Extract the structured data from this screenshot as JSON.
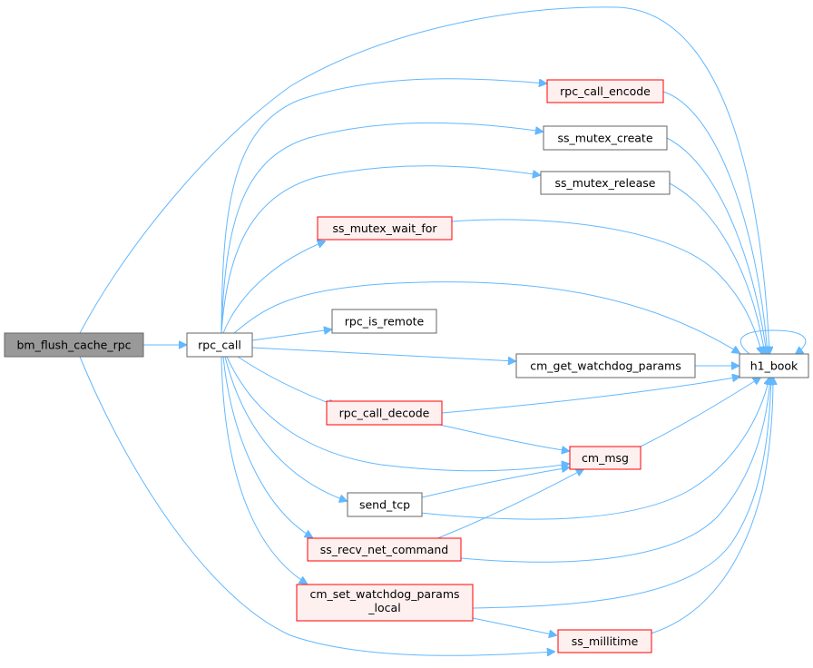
{
  "diagram": {
    "type": "call-graph",
    "colors": {
      "edge": "#63b8ff",
      "root_fill": "#999999",
      "root_stroke": "#666666",
      "normal_fill": "#ffffff",
      "normal_stroke": "#666666",
      "red_fill": "#fff0f0",
      "red_stroke": "#ff0000"
    },
    "nodes": {
      "bm_flush_cache_rpc": {
        "label": "bm_flush_cache_rpc",
        "style": "root"
      },
      "rpc_call": {
        "label": "rpc_call",
        "style": "normal"
      },
      "rpc_call_encode": {
        "label": "rpc_call_encode",
        "style": "red"
      },
      "ss_mutex_create": {
        "label": "ss_mutex_create",
        "style": "normal"
      },
      "ss_mutex_release": {
        "label": "ss_mutex_release",
        "style": "normal"
      },
      "ss_mutex_wait_for": {
        "label": "ss_mutex_wait_for",
        "style": "red"
      },
      "rpc_is_remote": {
        "label": "rpc_is_remote",
        "style": "normal"
      },
      "cm_get_watchdog_params": {
        "label": "cm_get_watchdog_params",
        "style": "normal"
      },
      "h1_book": {
        "label": "h1_book",
        "style": "normal"
      },
      "rpc_call_decode": {
        "label": "rpc_call_decode",
        "style": "red"
      },
      "cm_msg": {
        "label": "cm_msg",
        "style": "red"
      },
      "send_tcp": {
        "label": "send_tcp",
        "style": "normal"
      },
      "ss_recv_net_command": {
        "label": "ss_recv_net_command",
        "style": "red"
      },
      "cm_set_watchdog_params_local": {
        "label_lines": [
          "cm_set_watchdog_params",
          "_local"
        ],
        "style": "red"
      },
      "ss_millitime": {
        "label": "ss_millitime",
        "style": "red"
      }
    },
    "edges": [
      [
        "bm_flush_cache_rpc",
        "rpc_call"
      ],
      [
        "bm_flush_cache_rpc",
        "h1_book"
      ],
      [
        "bm_flush_cache_rpc",
        "ss_millitime"
      ],
      [
        "rpc_call",
        "rpc_call_encode"
      ],
      [
        "rpc_call",
        "ss_mutex_create"
      ],
      [
        "rpc_call",
        "ss_mutex_release"
      ],
      [
        "rpc_call",
        "ss_mutex_wait_for"
      ],
      [
        "rpc_call",
        "h1_book"
      ],
      [
        "rpc_call",
        "rpc_is_remote"
      ],
      [
        "rpc_call",
        "cm_get_watchdog_params"
      ],
      [
        "rpc_call",
        "rpc_call_decode"
      ],
      [
        "rpc_call",
        "cm_msg"
      ],
      [
        "rpc_call",
        "send_tcp"
      ],
      [
        "rpc_call",
        "ss_recv_net_command"
      ],
      [
        "rpc_call",
        "cm_set_watchdog_params_local"
      ],
      [
        "rpc_call_encode",
        "h1_book"
      ],
      [
        "ss_mutex_create",
        "h1_book"
      ],
      [
        "ss_mutex_release",
        "h1_book"
      ],
      [
        "ss_mutex_wait_for",
        "h1_book"
      ],
      [
        "cm_get_watchdog_params",
        "h1_book"
      ],
      [
        "rpc_call_decode",
        "h1_book"
      ],
      [
        "rpc_call_decode",
        "cm_msg"
      ],
      [
        "cm_msg",
        "h1_book"
      ],
      [
        "send_tcp",
        "h1_book"
      ],
      [
        "send_tcp",
        "cm_msg"
      ],
      [
        "ss_recv_net_command",
        "h1_book"
      ],
      [
        "ss_recv_net_command",
        "cm_msg"
      ],
      [
        "cm_set_watchdog_params_local",
        "h1_book"
      ],
      [
        "cm_set_watchdog_params_local",
        "ss_millitime"
      ],
      [
        "ss_millitime",
        "h1_book"
      ],
      [
        "h1_book",
        "h1_book"
      ]
    ]
  }
}
